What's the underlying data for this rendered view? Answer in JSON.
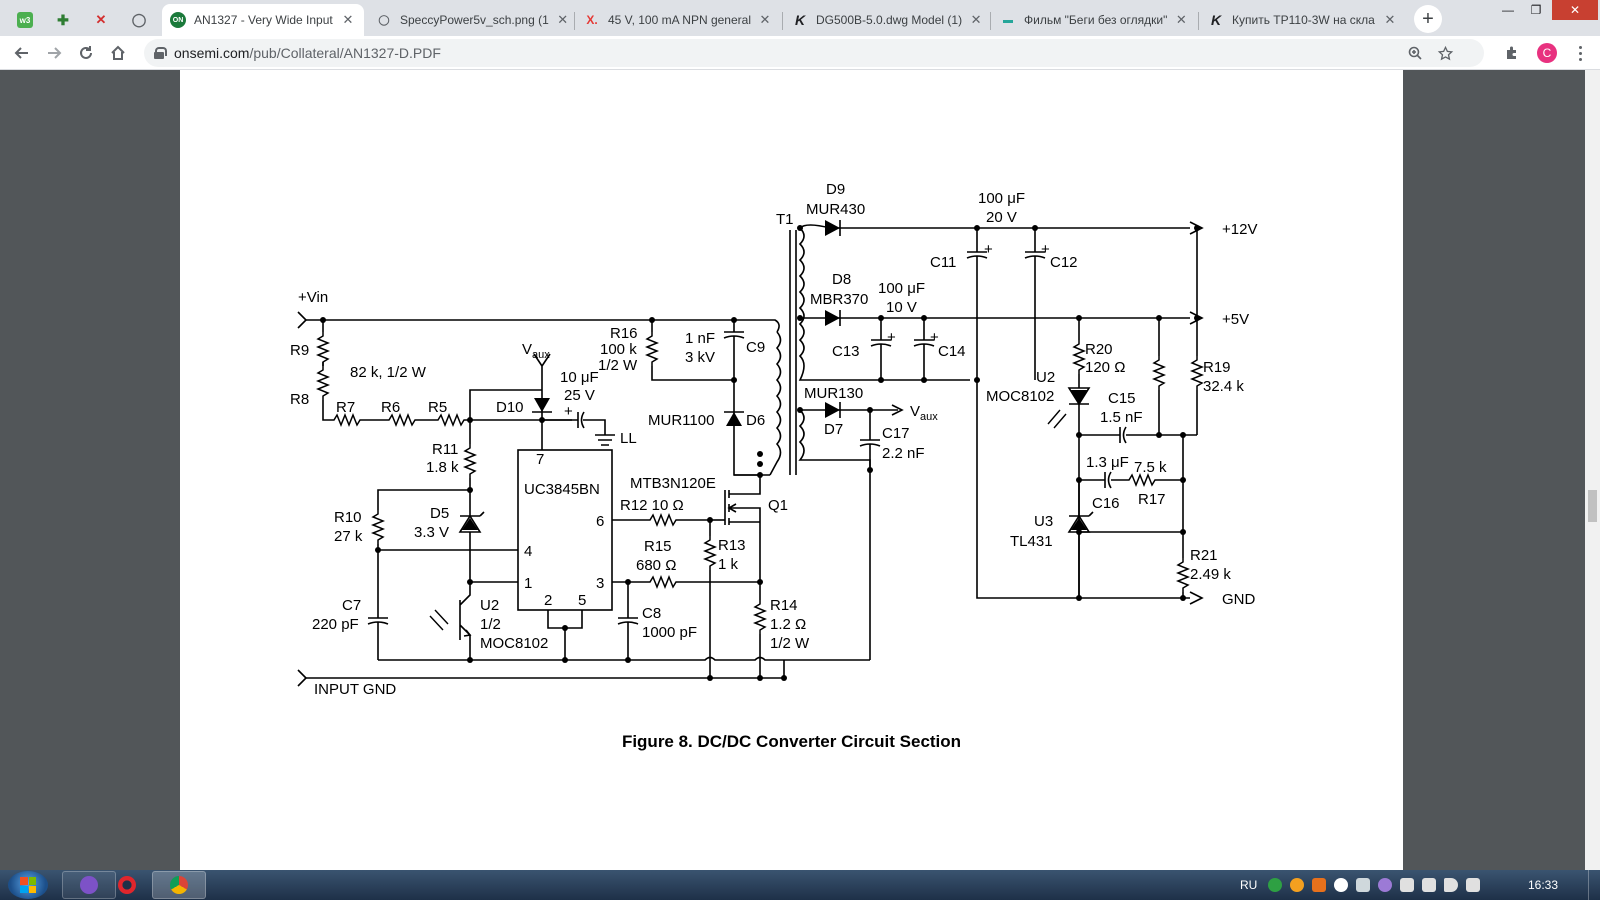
{
  "browser": {
    "pinned_tabs": [
      {
        "name": "w3-tab",
        "color": "#4caf50",
        "glyph": "w3"
      },
      {
        "name": "puzzle-tab",
        "color": "#2e7d32",
        "glyph": "✚"
      },
      {
        "name": "figure-tab",
        "color": "#d32f2f",
        "glyph": "✕"
      },
      {
        "name": "globe-tab",
        "color": "#5f6368",
        "glyph": "◯"
      }
    ],
    "tabs": [
      {
        "title": "AN1327 - Very Wide Input",
        "fav_color": "#1b7a3b",
        "fav_glyph": "ON",
        "active": true
      },
      {
        "title": "SpeccyPower5v_sch.png (1",
        "fav_color": "#5f6368",
        "fav_glyph": "◯",
        "active": false
      },
      {
        "title": "45 V, 100 mA NPN general",
        "fav_color": "#e53935",
        "fav_glyph": "X.",
        "active": false
      },
      {
        "title": "DG500B-5.0.dwg Model (1)",
        "fav_color": "#202124",
        "fav_glyph": "K",
        "active": false
      },
      {
        "title": "Фильм \"Беги без оглядки\"",
        "fav_color": "#26a69a",
        "fav_glyph": "▬",
        "active": false
      },
      {
        "title": "Купить TP110-3W на скла",
        "fav_color": "#202124",
        "fav_glyph": "K",
        "active": false
      }
    ],
    "close_glyph": "✕",
    "new_tab_glyph": "+",
    "window_controls": {
      "minimize": "—",
      "restore": "❐",
      "close": "✕"
    },
    "url_host": "onsemi.com",
    "url_path": "/pub/Collateral/AN1327-D.PDF",
    "profile_initial": "C"
  },
  "pdf": {
    "caption": "Figure 8. DC/DC Converter Circuit Section"
  },
  "schematic_labels": {
    "vin": "+Vin",
    "r9": "R9",
    "r8": "R8",
    "r789_value": "82 k, 1/2 W",
    "r7": "R7",
    "r6": "R6",
    "r5": "R5",
    "vaux_left": "V",
    "aux_sub": "aux",
    "c10v": "10 μF",
    "c25v": "25 V",
    "ll": "LL",
    "d10": "D10",
    "r16": "R16",
    "r16_v1": "100 k",
    "r16_v2": "1/2 W",
    "c9_v1": "1 nF",
    "c9_v2": "3 kV",
    "c9": "C9",
    "mur1100": "MUR1100",
    "d6": "D6",
    "t1": "T1",
    "d9": "D9",
    "mur430": "MUR430",
    "c12_top1": "100 μF",
    "c12_top2": "20 V",
    "plus12": "+12V",
    "c11": "C11",
    "c12": "C12",
    "d8": "D8",
    "mbr370": "MBR370",
    "c13_top1": "100 μF",
    "c13_top2": "10 V",
    "plus5": "+5V",
    "c13": "C13",
    "c14": "C14",
    "r20": "R20",
    "r20_v": "120 Ω",
    "r19": "R19",
    "r19_v": "32.4 k",
    "u2_top": "U2",
    "moc_top": "MOC8102",
    "mur130": "MUR130",
    "d7": "D7",
    "vaux_right": "V",
    "c17": "C17",
    "c17_v": "2.2 nF",
    "c15": "C15",
    "c15_v": "1.5 nF",
    "c16_v": "1.3 μF",
    "r17_v": "7.5 k",
    "c16": "C16",
    "r17": "R17",
    "u3": "U3",
    "tl431": "TL431",
    "r21": "R21",
    "r21_v": "2.49 k",
    "gnd": "GND",
    "r11": "R11",
    "r11_v": "1.8 k",
    "pin7": "7",
    "uc3845": "UC3845BN",
    "mtb": "MTB3N120E",
    "q1": "Q1",
    "r12": "R12 10 Ω",
    "pin6": "6",
    "r10": "R10",
    "r10_v": "27 k",
    "d5": "D5",
    "d5_v": "3.3 V",
    "pin4": "4",
    "r15": "R15",
    "r15_v": "680 Ω",
    "r13": "R13",
    "r13_v": "1 k",
    "pin1": "1",
    "pin3": "3",
    "pin2": "2",
    "pin5": "5",
    "c7": "C7",
    "c7_v": "220 pF",
    "u2_bot": "U2",
    "u2_half": "1/2",
    "moc_bot": "MOC8102",
    "c8": "C8",
    "c8_v": "1000 pF",
    "r14": "R14",
    "r14_v1": "1.2 Ω",
    "r14_v2": "1/2 W",
    "input_gnd": "INPUT GND",
    "plus": "+"
  },
  "taskbar": {
    "lang": "RU",
    "time": "16:33"
  }
}
